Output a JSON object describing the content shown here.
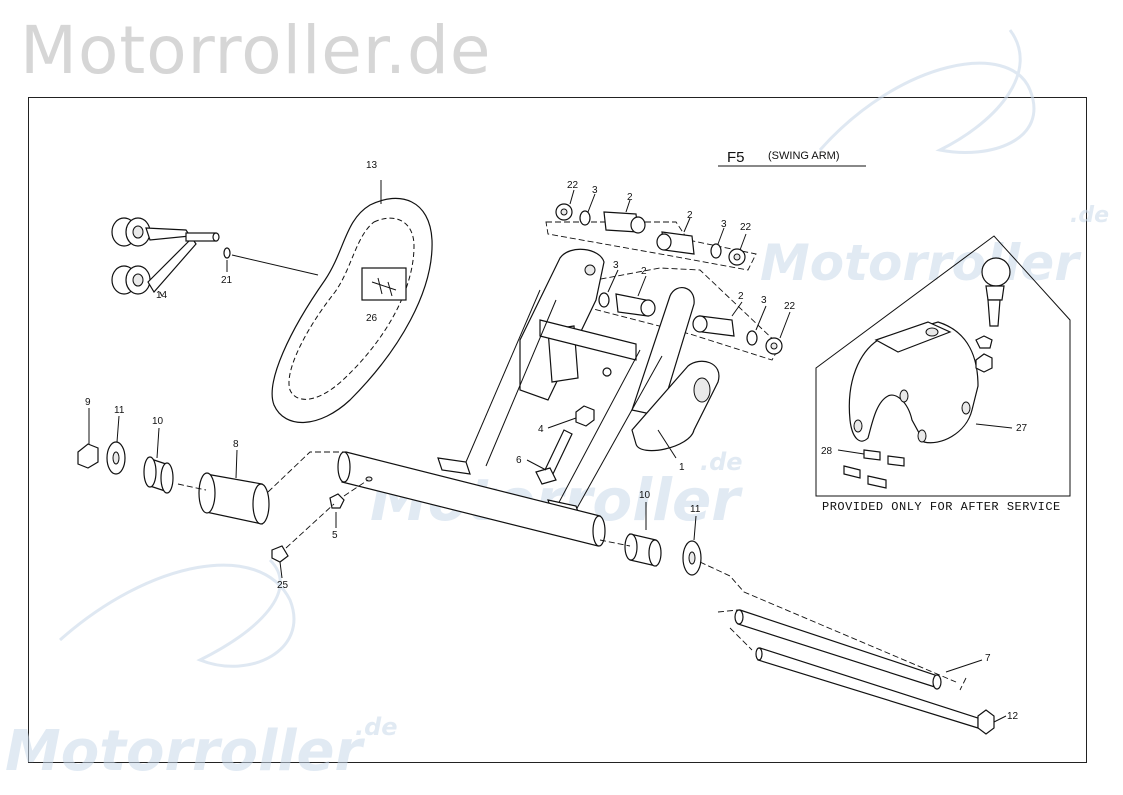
{
  "watermark": {
    "site": "Motorroller.de",
    "logo_top": ".de",
    "logo_word": "Motorroller"
  },
  "diagram": {
    "code": "F5",
    "name": "(SWING ARM)",
    "inset_note": "PROVIDED ONLY FOR AFTER SERVICE",
    "callouts": {
      "p1": "1",
      "p2a": "2",
      "p2b": "2",
      "p2c": "2",
      "p2d": "2",
      "p3a": "3",
      "p3b": "3",
      "p3c": "3",
      "p3d": "3",
      "p4": "4",
      "p5": "5",
      "p6": "6",
      "p7": "7",
      "p8": "8",
      "p9": "9",
      "p10a": "10",
      "p10b": "10",
      "p11a": "11",
      "p11b": "11",
      "p12": "12",
      "p13": "13",
      "p14": "14",
      "p21": "21",
      "p22a": "22",
      "p22b": "22",
      "p22c": "22",
      "p22d": "22",
      "p25": "25",
      "p26": "26",
      "p27": "27",
      "p28": "28"
    }
  },
  "colors": {
    "line": "#111111",
    "watermark_gray": "#d6d6d6",
    "watermark_blue": "#c9d9ea"
  }
}
